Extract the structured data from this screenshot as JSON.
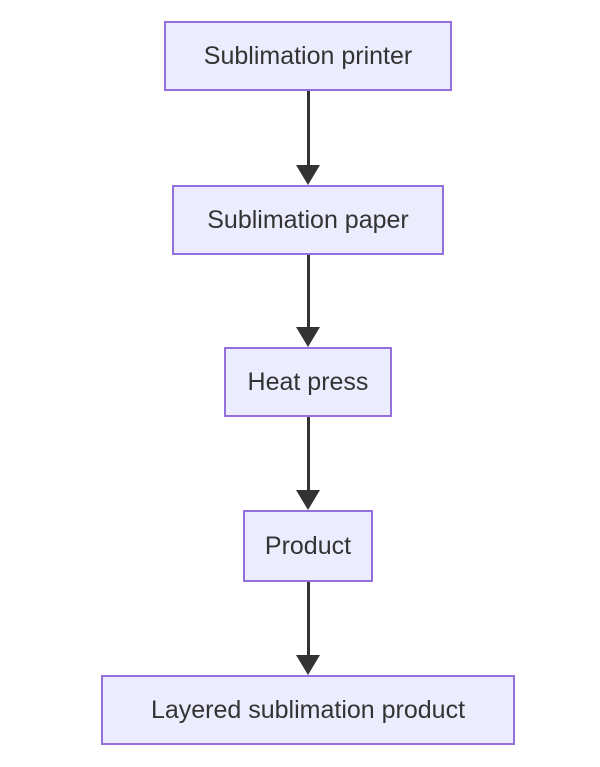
{
  "diagram": {
    "type": "flowchart",
    "direction": "top-down",
    "colors": {
      "background": "#FFFFFF",
      "node_fill": "#ECECFF",
      "node_border": "#9370DB",
      "text": "#333333",
      "arrow": "#333333"
    },
    "nodes": [
      {
        "label": "Sublimation printer"
      },
      {
        "label": "Sublimation paper"
      },
      {
        "label": "Heat press"
      },
      {
        "label": "Product"
      },
      {
        "label": "Layered sublimation product"
      }
    ],
    "edges": [
      {
        "from": "Sublimation printer",
        "to": "Sublimation paper"
      },
      {
        "from": "Sublimation paper",
        "to": "Heat press"
      },
      {
        "from": "Heat press",
        "to": "Product"
      },
      {
        "from": "Product",
        "to": "Layered sublimation product"
      }
    ]
  }
}
